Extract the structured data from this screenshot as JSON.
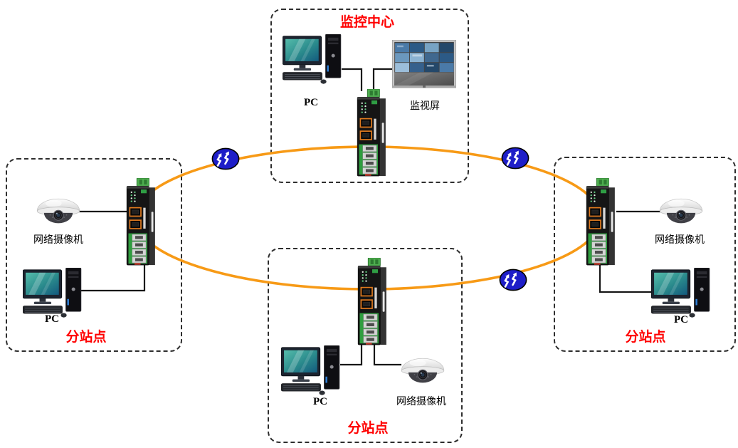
{
  "stations": {
    "center": {
      "title": "监控中心",
      "pc_label": "PC",
      "wall_label": "监视屏"
    },
    "left": {
      "title": "分站点",
      "camera_label": "网络摄像机",
      "pc_label": "PC"
    },
    "bottom": {
      "title": "分站点",
      "camera_label": "网络摄像机",
      "pc_label": "PC"
    },
    "right": {
      "title": "分站点",
      "camera_label": "网络摄像机",
      "pc_label": "PC"
    }
  },
  "colors": {
    "ring_orange": "#F79A16",
    "link_blue": "#1E1EC8",
    "title_red": "#FF0000",
    "wire_black": "#161616"
  },
  "icons": {
    "fiber_link": "lightning-arrows-icon",
    "switch": "industrial-ethernet-switch",
    "camera": "dome-camera",
    "pc": "desktop-pc",
    "wall": "video-wall"
  }
}
